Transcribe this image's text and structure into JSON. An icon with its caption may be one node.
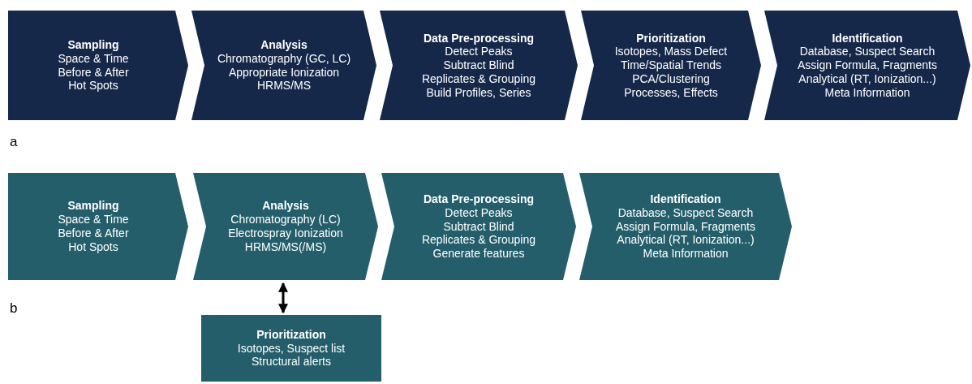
{
  "diagram": {
    "nodes": [
      {
        "text": [
          "Sampling",
          "Space & Time",
          "Before & After",
          "Hot Spots"
        ]
      },
      {
        "text": [
          "Analysis",
          "Chromatography (GC, LC)",
          "Appropriate Ionization",
          "HRMS/MS"
        ]
      },
      {
        "text": [
          "Data Pre-processing",
          "Detect Peaks",
          "Subtract Blind",
          "Replicates & Grouping",
          "Build Profiles, Series"
        ]
      },
      {
        "text": [
          "Prioritization",
          "Isotopes, Mass Defect",
          "Time/Spatial Trends",
          "PCA/Clustering",
          "Processes, Effects"
        ]
      },
      {
        "text": [
          "Identification",
          "Database, Suspect Search",
          "Assign Formula, Fragments",
          "Analytical (RT, Ionization...)",
          "Meta Information"
        ]
      },
      {
        "text": [
          "Sampling",
          "Space & Time",
          "Before & After",
          "Hot Spots"
        ]
      },
      {
        "text": [
          "Analysis",
          "Chromatography (LC)",
          "Electrospray Ionization",
          "HRMS/MS(/MS)"
        ]
      },
      {
        "text": [
          "Data Pre-processing",
          "Detect Peaks",
          "Subtract Blind",
          "Replicates & Grouping",
          "Generate features"
        ]
      },
      {
        "text": [
          "Identification",
          "Database, Suspect Search",
          "Assign Formula, Fragments",
          "Analytical (RT, Ionization...)",
          "Meta Information"
        ]
      },
      {
        "text": [
          "Prioritization",
          "Isotopes, Suspect list",
          "Structural alerts"
        ]
      }
    ],
    "edges": [
      {
        "from": 6,
        "to": 9,
        "arrow": "both"
      }
    ],
    "labels": [
      "a",
      "b"
    ]
  }
}
